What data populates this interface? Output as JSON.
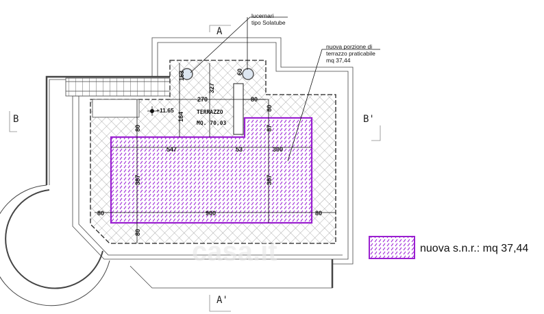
{
  "colors": {
    "highlight": "#9a1fd0",
    "lines": "#222222",
    "hatch": "#888888"
  },
  "section_markers": {
    "a_top": "A",
    "a_bottom": "A'",
    "b_left": "B",
    "b_right": "B'"
  },
  "notes": {
    "skylights_line1": "lucernari",
    "skylights_line2": "tipo Solatube",
    "new_portion_line1": "nuova porzione di",
    "new_portion_line2": "terrazzo praticabile",
    "new_portion_line3": "mq 37,44"
  },
  "room": {
    "name": "TERRAZZO",
    "area": "MQ. 70,03",
    "elevation": "+11.65"
  },
  "dimensions": {
    "d163": "163",
    "d327": "327",
    "d60": "60",
    "d270": "270",
    "d80_top": "80",
    "d164": "164",
    "d80_right_v": "80",
    "d87": "87",
    "d80_left_v": "80",
    "d547": "547",
    "d53": "53",
    "d300": "300",
    "d387_left": "387",
    "d387_right": "387",
    "d80_left_h": "80",
    "d900": "900",
    "d80_right_h": "80",
    "d80_bottom_v": "80"
  },
  "legend": {
    "label": "nuova s.n.r.: mq 37,44"
  },
  "watermark": "casa.it"
}
